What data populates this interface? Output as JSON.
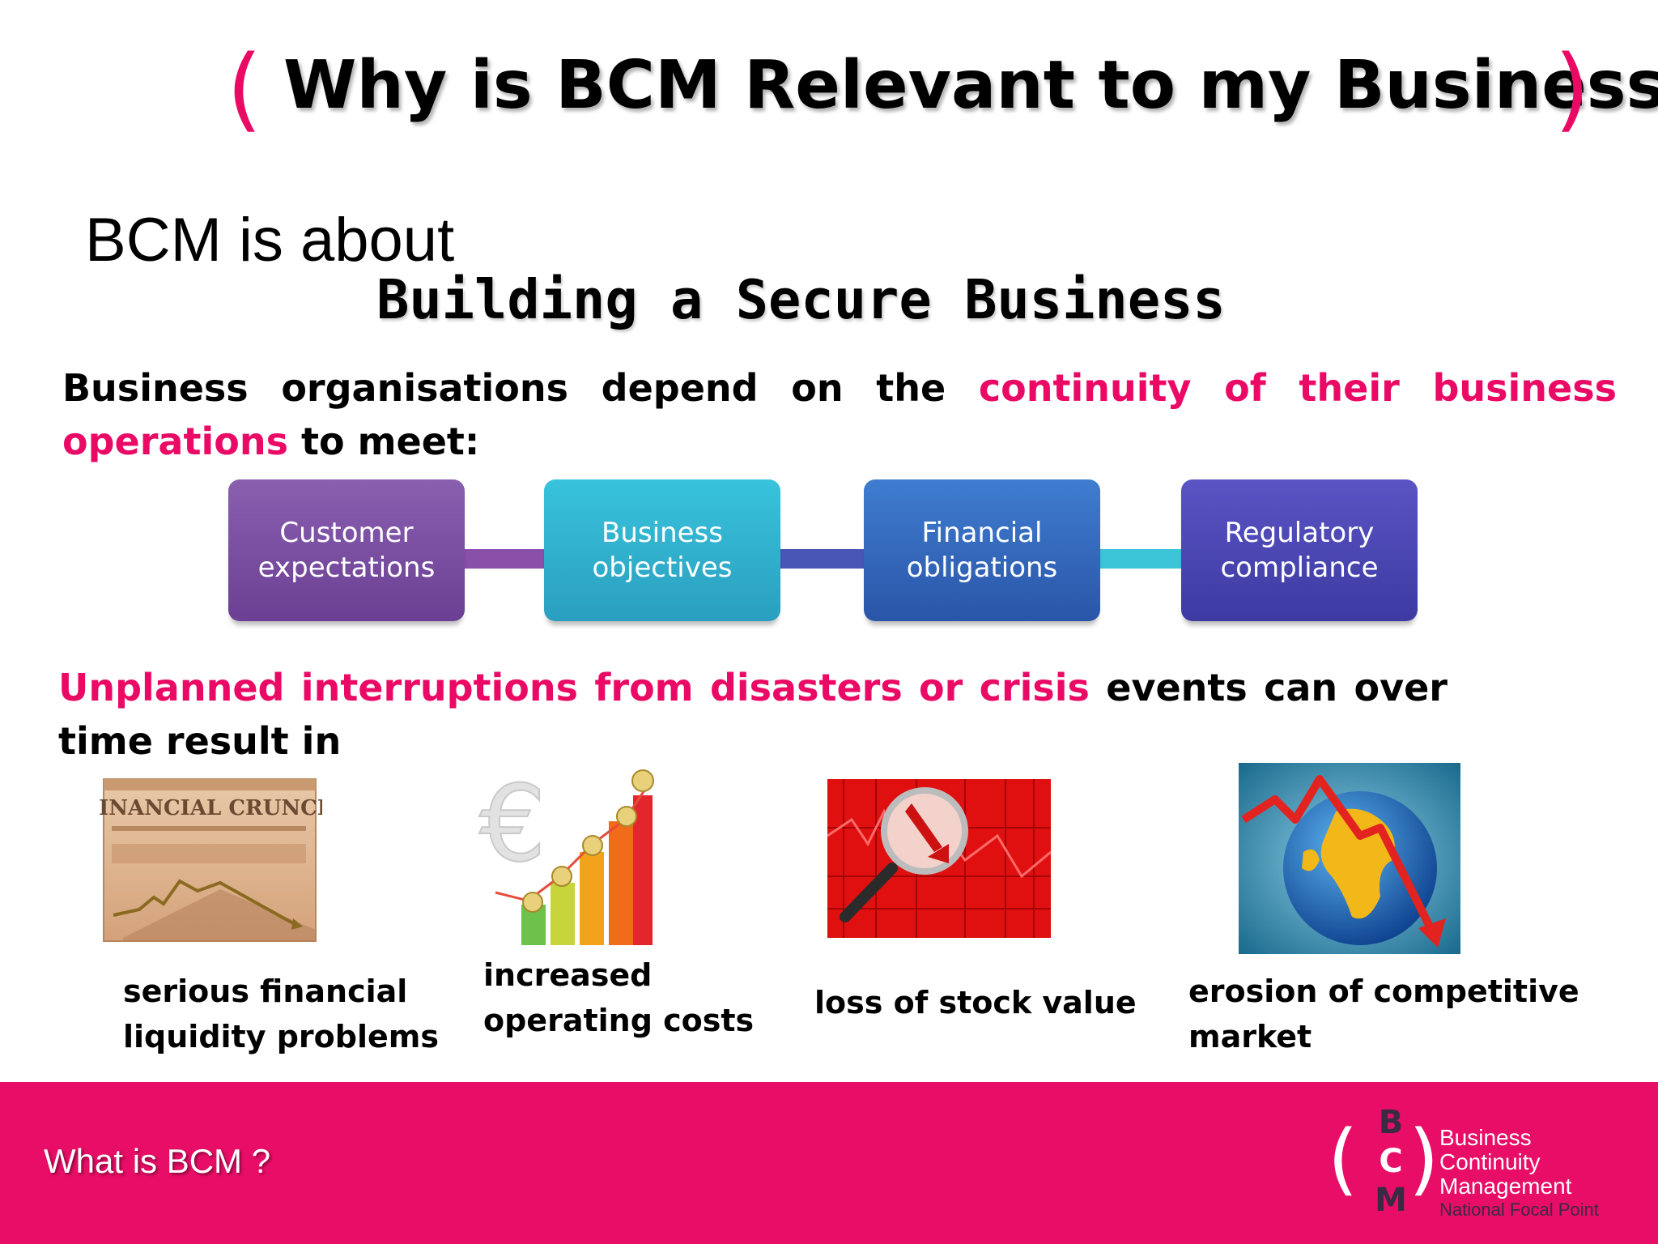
{
  "slide": {
    "title": "Why is BCM Relevant to my Business",
    "subtitle_intro": "BCM is about",
    "subtitle_main": "Building a Secure Business",
    "para1": {
      "before": "Business organisations depend on the ",
      "highlight": "continuity of their business operations",
      "after": " to meet:"
    },
    "process_boxes": [
      {
        "line1": "Customer",
        "line2": "expectations"
      },
      {
        "line1": "Business",
        "line2": "objectives"
      },
      {
        "line1": "Financial",
        "line2": "obligations"
      },
      {
        "line1": "Regulatory",
        "line2": "compliance"
      }
    ],
    "para2": {
      "highlight": "Unplanned interruptions from disasters or crisis",
      "after": " events can over time result in"
    },
    "impacts": [
      {
        "line1": "serious financial",
        "line2": "liquidity problems",
        "image_text": "FINANCIAL CRUNCH",
        "icon": "financial-crunch-newspaper"
      },
      {
        "line1": "increased",
        "line2": "operating costs",
        "image_text": "€",
        "icon": "rising-cost-bar-chart"
      },
      {
        "line1": "loss of stock value",
        "line2": "",
        "icon": "stock-magnifier-down-arrow"
      },
      {
        "line1": "erosion of competitive",
        "line2": "market",
        "icon": "globe-falling-arrow"
      }
    ]
  },
  "footer": {
    "label": "What is BCM ?",
    "logo_letters": [
      "B",
      "C",
      "M"
    ],
    "logo_lines": [
      "Business",
      "Continuity",
      "Management"
    ],
    "logo_sub": "National Focal Point"
  },
  "colors": {
    "accent": "#ea0a66",
    "box1": "#7a4fa0",
    "box2": "#32b4d2",
    "box3": "#3567bc",
    "box4": "#4a46b4"
  }
}
